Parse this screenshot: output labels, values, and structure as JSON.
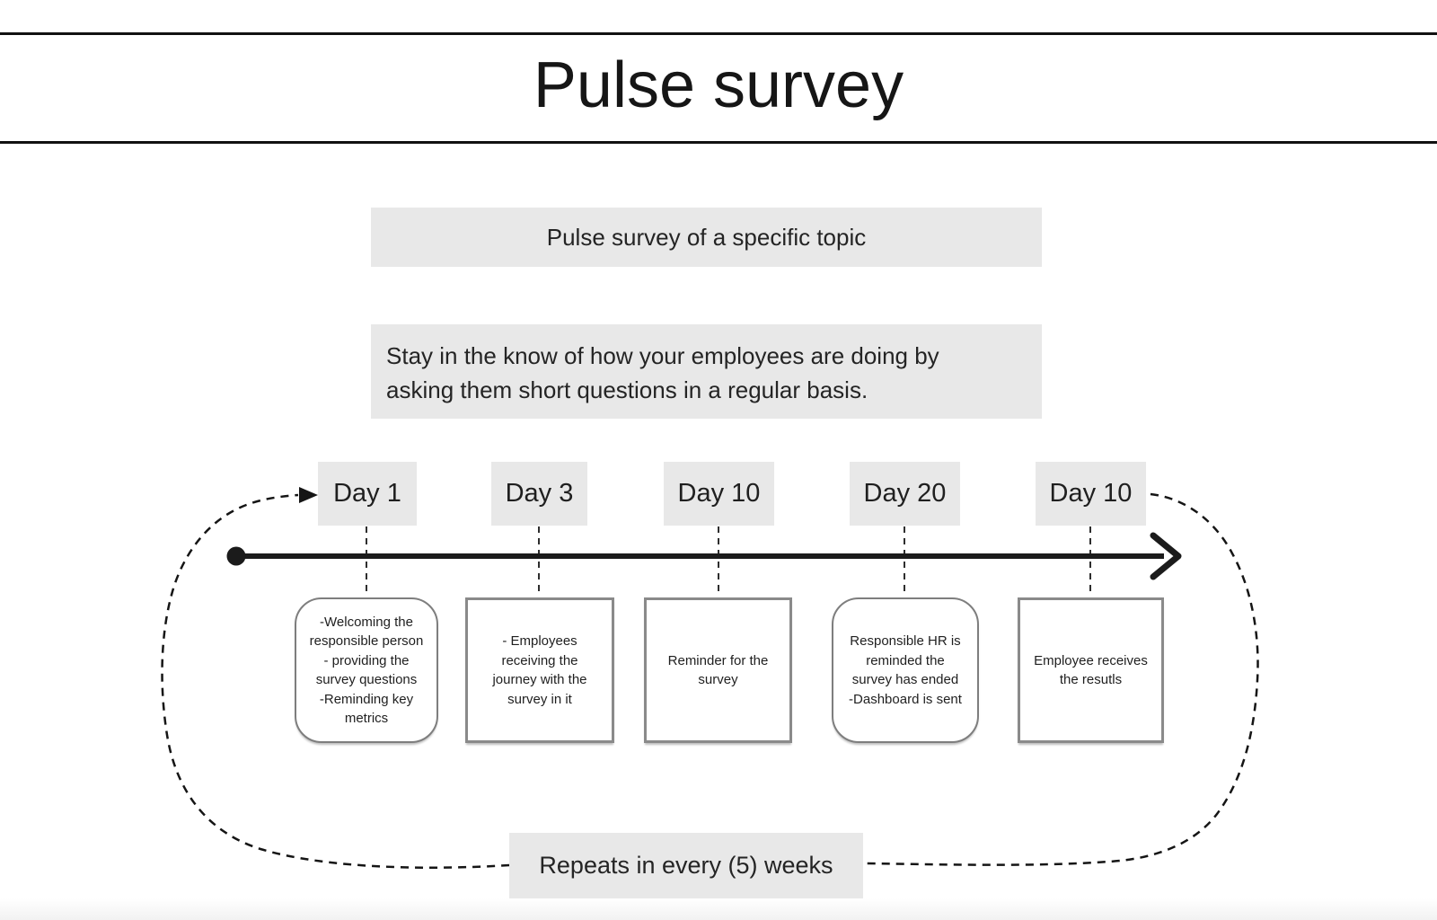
{
  "title": "Pulse survey",
  "intro": {
    "topic_box": "Pulse survey of a specific topic",
    "description_box": "Stay in the know of how your employees are doing by\nasking them short questions in a regular basis."
  },
  "timeline": {
    "steps": [
      {
        "day": "Day 1",
        "shape": "rounded",
        "description": "-Welcoming the\nresponsible person\n- providing the\nsurvey questions\n-Reminding key\nmetrics"
      },
      {
        "day": "Day 3",
        "shape": "square",
        "description": "- Employees\nreceiving the\njourney with the\nsurvey in it"
      },
      {
        "day": "Day 10",
        "shape": "square",
        "description": "Reminder for the\nsurvey"
      },
      {
        "day": "Day 20",
        "shape": "rounded",
        "description": "Responsible HR is\nreminded the\nsurvey has ended\n-Dashboard is sent"
      },
      {
        "day": "Day 10",
        "shape": "square",
        "description": "Employee receives\nthe resutls"
      }
    ]
  },
  "loop_label": "Repeats in every (5) weeks",
  "colors": {
    "box_fill": "#e8e8e8",
    "border_gray": "#7e7e7e",
    "ink": "#111111",
    "text": "#222222"
  }
}
